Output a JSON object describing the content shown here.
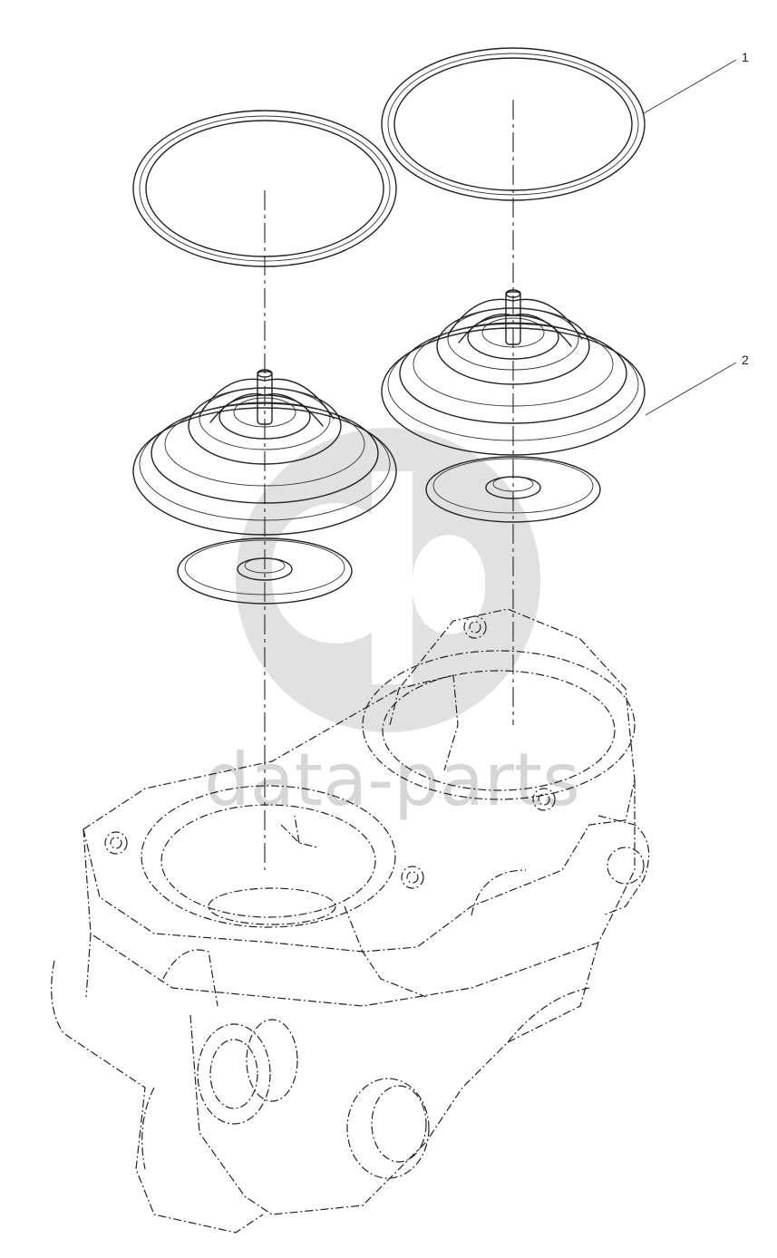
{
  "callouts": [
    {
      "id": "1",
      "label": "1"
    },
    {
      "id": "2",
      "label": "2"
    }
  ],
  "watermark": {
    "text": "data-parts",
    "color": "#d6d6d6"
  },
  "colors": {
    "line": "#222222",
    "background": "#ffffff"
  }
}
